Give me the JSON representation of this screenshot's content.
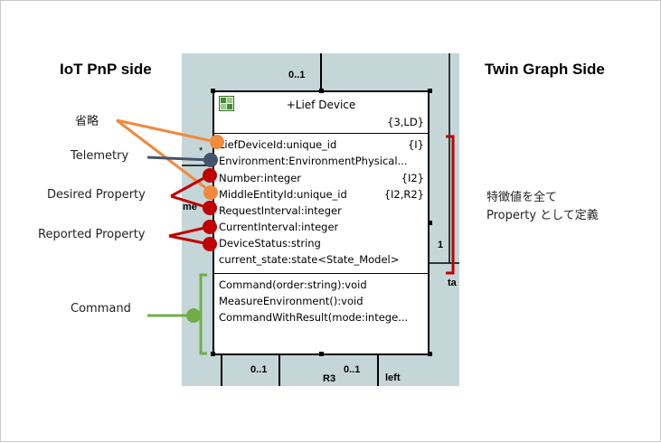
{
  "headings": {
    "left": "IoT PnP side",
    "right": "Twin Graph Side"
  },
  "uml_class": {
    "name": "+Lief Device",
    "tag": "{3,LD}",
    "attributes": [
      {
        "text": "LiefDeviceId:unique_id",
        "tag": "{I}"
      },
      {
        "text": "Environment:EnvironmentPhysical...",
        "tag": ""
      },
      {
        "text": "Number:integer",
        "tag": "{I2}"
      },
      {
        "text": "MiddleEntityId:unique_id",
        "tag": "{I2,R2}"
      },
      {
        "text": "RequestInterval:integer",
        "tag": ""
      },
      {
        "text": "CurrentInterval:integer",
        "tag": ""
      },
      {
        "text": "DeviceStatus:string",
        "tag": ""
      },
      {
        "text": "current_state:state<State_Model>",
        "tag": ""
      }
    ],
    "operations": [
      "Command(order:string):void",
      "MeasureEnvironment():void",
      "CommandWithResult(mode:intege..."
    ]
  },
  "diagram_labels": {
    "top_mult": "0..1",
    "star": "*",
    "left_partial": "me",
    "right_one": "1",
    "right_partial": "ta",
    "bottom_left_mult": "0..1",
    "bottom_r3": "R3",
    "bottom_mid_mult": "0..1",
    "bottom_left_word": "left"
  },
  "callouts": {
    "omitted": "省略",
    "telemetry": "Telemetry",
    "desired": "Desired Property",
    "reported": "Reported Property",
    "command": "Command",
    "right_note_line1": "特徴値を全て",
    "right_note_line2": "Property として定義"
  },
  "colors": {
    "orange": "#f08a3c",
    "navy": "#44546a",
    "red": "#c00000",
    "green": "#70ad47",
    "panel_bg": "#c5d6d8"
  }
}
